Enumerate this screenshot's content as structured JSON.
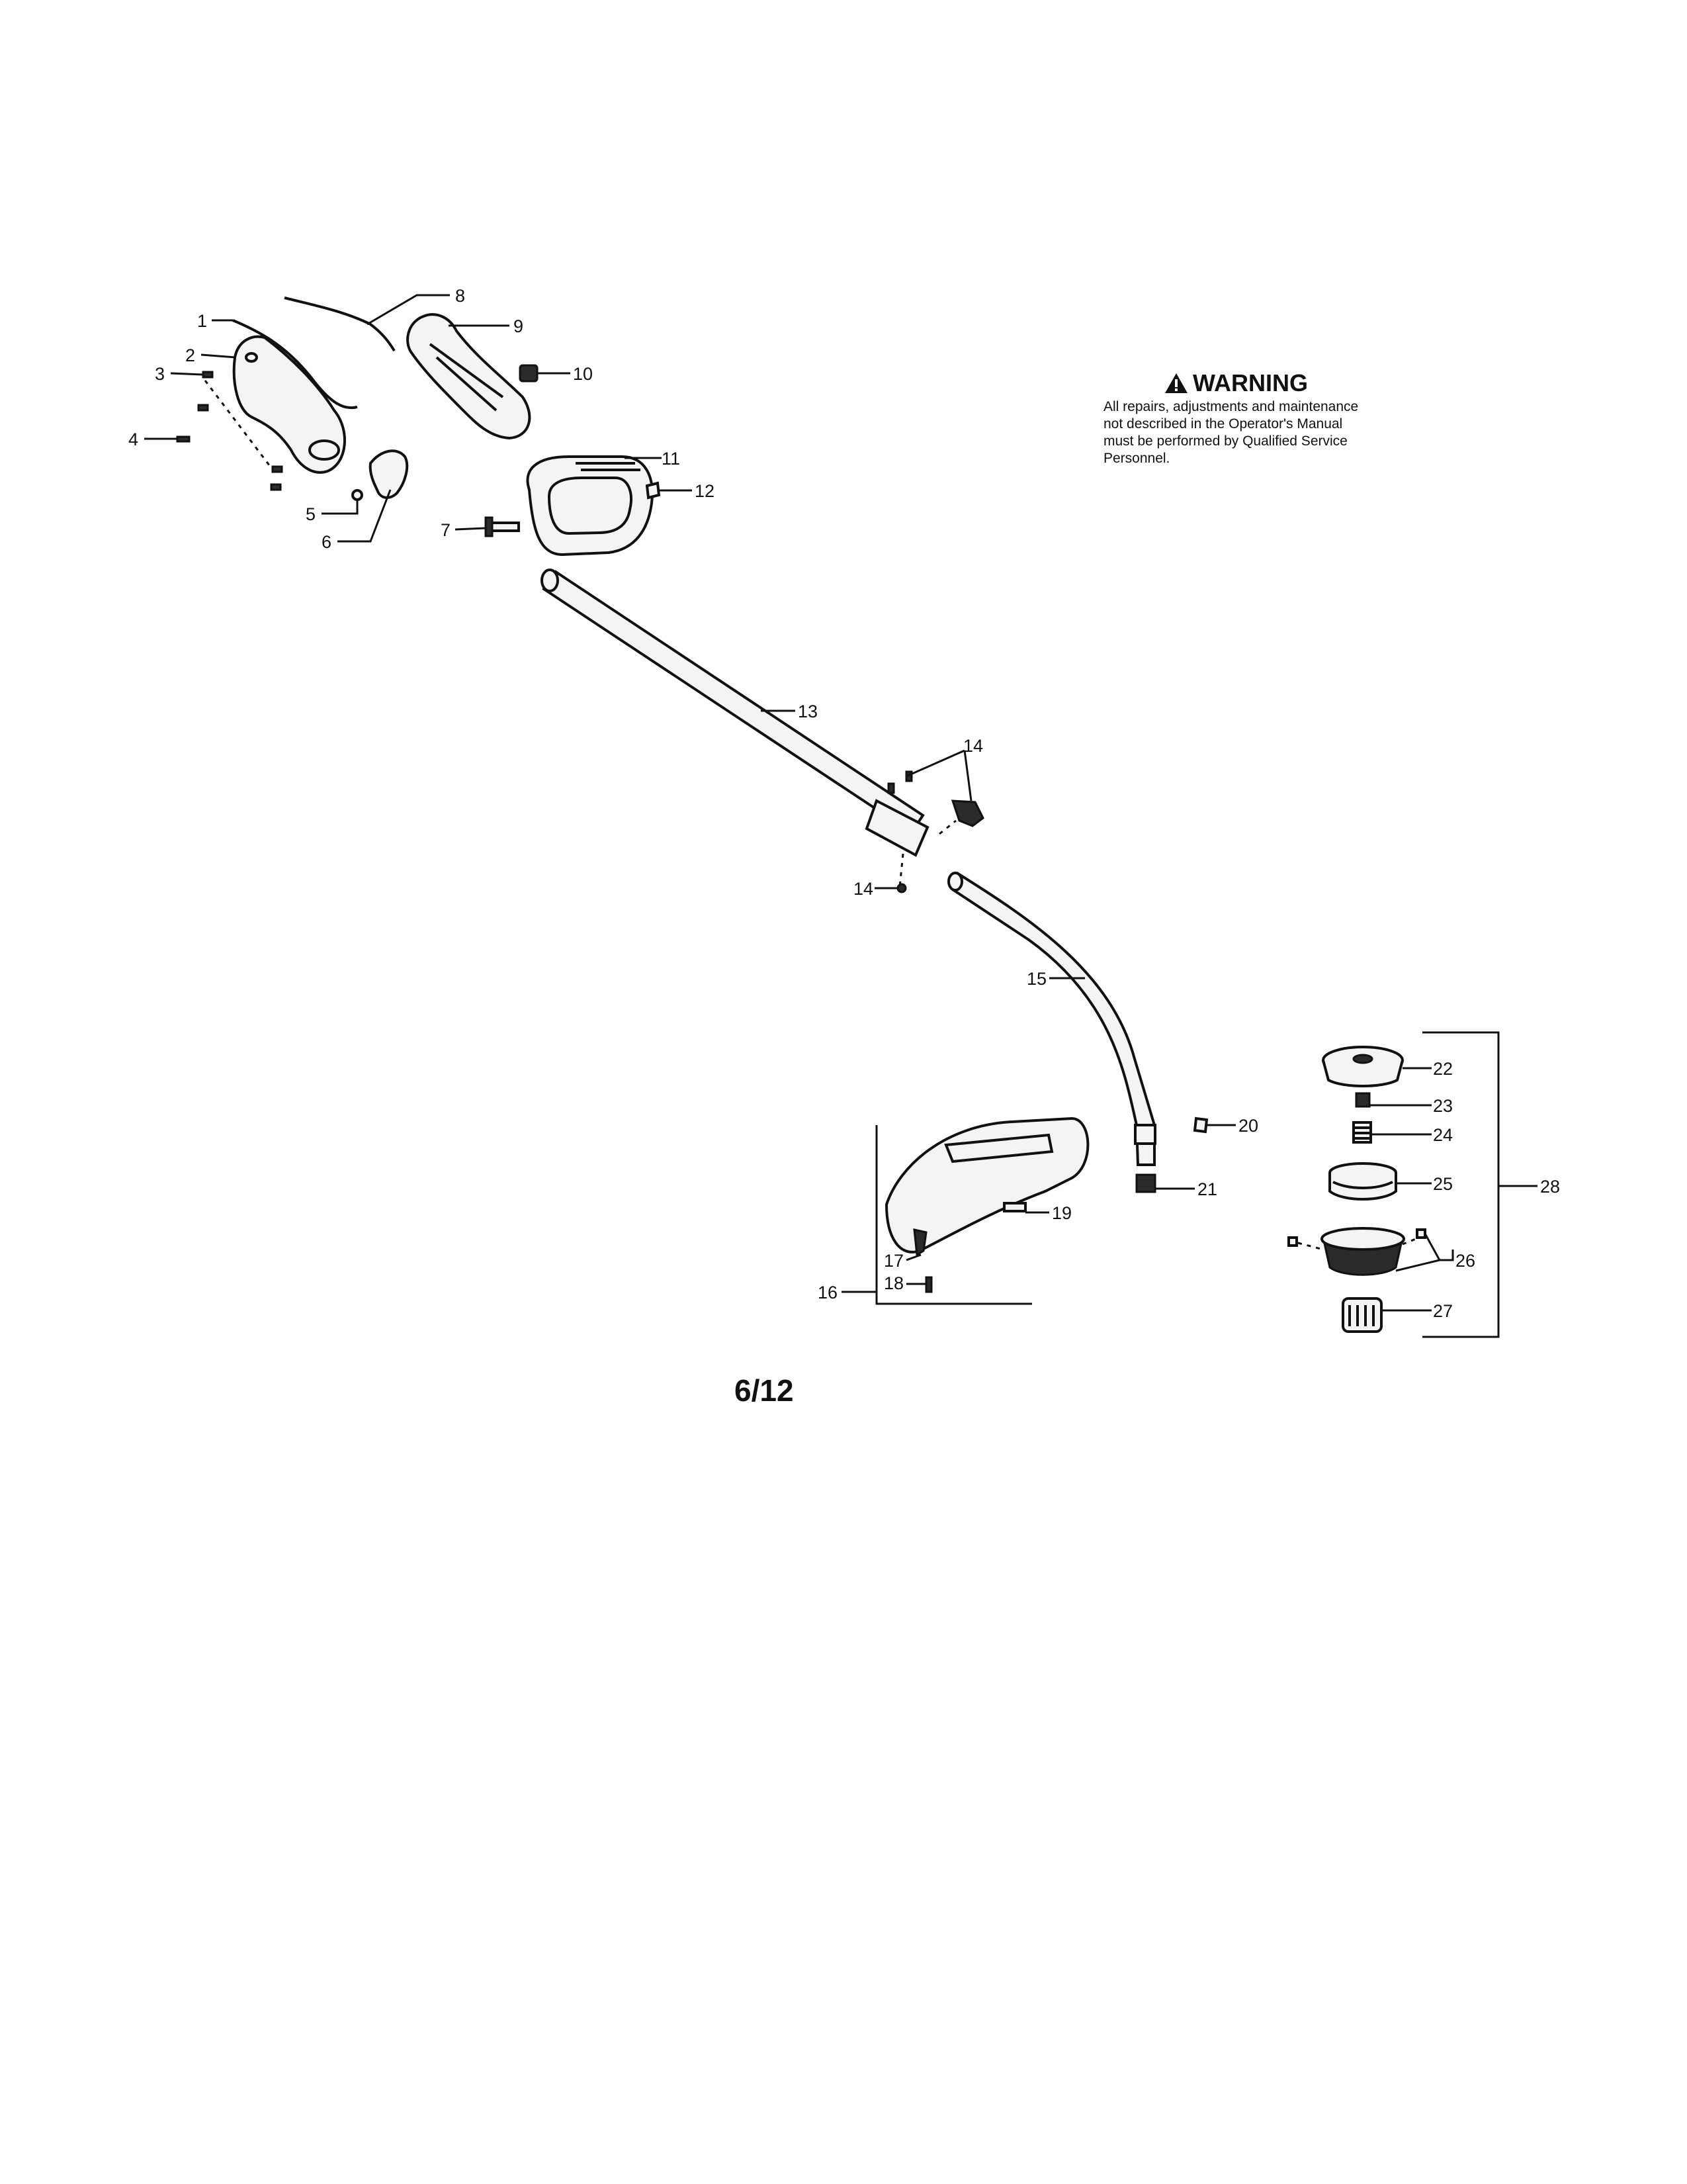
{
  "warning": {
    "icon": "warning-triangle-icon",
    "title": "WARNING",
    "text": "All repairs, adjustments and maintenance not described in the Operator's Manual must be performed by Qualified Service Personnel."
  },
  "page_number": "6/12",
  "callouts": {
    "c1": "1",
    "c2": "2",
    "c3": "3",
    "c4": "4",
    "c5": "5",
    "c6": "6",
    "c7": "7",
    "c8": "8",
    "c9": "9",
    "c10": "10",
    "c11": "11",
    "c12": "12",
    "c13": "13",
    "c14a": "14",
    "c14b": "14",
    "c15": "15",
    "c16": "16",
    "c17": "17",
    "c18": "18",
    "c19": "19",
    "c20": "20",
    "c21": "21",
    "c22": "22",
    "c23": "23",
    "c24": "24",
    "c25": "25",
    "c26": "26",
    "c27": "27",
    "c28": "28"
  }
}
